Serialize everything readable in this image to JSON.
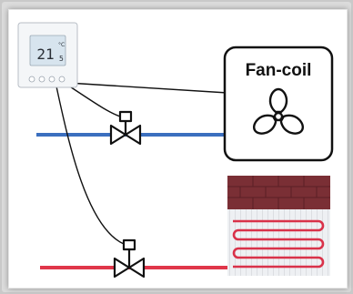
{
  "fancoil": {
    "label": "Fan-coil"
  },
  "thermostat": {
    "temperature": "21",
    "unit": "°C",
    "decimal": "5"
  },
  "colors": {
    "cold_pipe": "#3b6fbf",
    "hot_pipe": "#e0364a",
    "wall_brick": "#7a2f35",
    "floor_coil": "#d9324a"
  }
}
